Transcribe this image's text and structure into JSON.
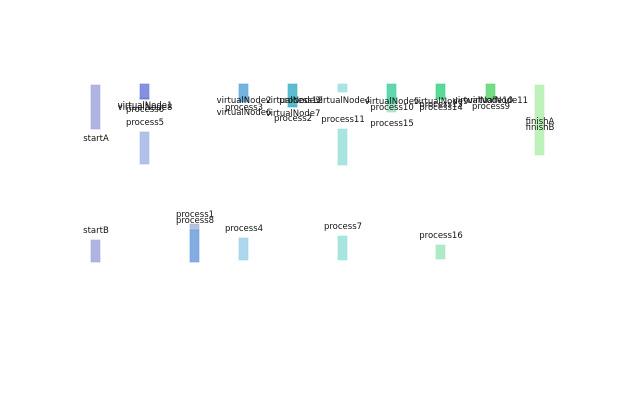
{
  "nodes": [
    {
      "id": "startA",
      "label": "startA",
      "color": "#a3a7dd"
    },
    {
      "id": "startB",
      "label": "startB",
      "color": "#a3a7dd"
    },
    {
      "id": "virtualNode1",
      "label": "virtualNode1",
      "color": "#6f7ed8"
    },
    {
      "id": "virtualNode8",
      "label": "virtualNode8",
      "color": "#6f7ed8"
    },
    {
      "id": "process6",
      "label": "process6",
      "color": "#6f7ed8"
    },
    {
      "id": "process5",
      "label": "process5",
      "color": "#a5b6e6"
    },
    {
      "id": "process1",
      "label": "process1",
      "color": "#aab8d6"
    },
    {
      "id": "process8",
      "label": "process8",
      "color": "#6d9ede"
    },
    {
      "id": "virtualNode2",
      "label": "virtualNode2",
      "color": "#5aa6d8"
    },
    {
      "id": "process3",
      "label": "process3",
      "color": "#5aa6d8"
    },
    {
      "id": "virtualNode6",
      "label": "virtualNode6",
      "color": "#5aa6d8"
    },
    {
      "id": "process4",
      "label": "process4",
      "color": "#9fd0ea"
    },
    {
      "id": "virtualNode3",
      "label": "virtualNode3",
      "color": "#3fb2c6"
    },
    {
      "id": "process12",
      "label": "process12",
      "color": "#3fb2c6"
    },
    {
      "id": "virtualNode7",
      "label": "virtualNode7",
      "color": "#3fb2c6"
    },
    {
      "id": "process2",
      "label": "process2",
      "color": "#3fb2c6"
    },
    {
      "id": "virtualNode4",
      "label": "virtualNode4",
      "color": "#9adfe0"
    },
    {
      "id": "process11",
      "label": "process11",
      "color": "#9ae0d8"
    },
    {
      "id": "process7",
      "label": "process7",
      "color": "#9ae0d8"
    },
    {
      "id": "virtualNode5",
      "label": "virtualNode5",
      "color": "#44d0a0"
    },
    {
      "id": "process10",
      "label": "process10",
      "color": "#44d0a0"
    },
    {
      "id": "process15",
      "label": "process15",
      "color": "#a2e2c4"
    },
    {
      "id": "virtualNode9",
      "label": "virtualNode9",
      "color": "#3cd486"
    },
    {
      "id": "process13",
      "label": "process13",
      "color": "#3cd486"
    },
    {
      "id": "process14",
      "label": "process14",
      "color": "#3cd486"
    },
    {
      "id": "process16",
      "label": "process16",
      "color": "#a0e6bc"
    },
    {
      "id": "virtualNode10",
      "label": "virtualNode10",
      "color": "#5cd572"
    },
    {
      "id": "virtualNode11",
      "label": "virtualNode11",
      "color": "#5cd572"
    },
    {
      "id": "process9",
      "label": "process9",
      "color": "#5cd572"
    },
    {
      "id": "finishA",
      "label": "finishA",
      "color": "#b4f0ae"
    },
    {
      "id": "finishB",
      "label": "finishB",
      "color": "#b4f0ae"
    }
  ]
}
